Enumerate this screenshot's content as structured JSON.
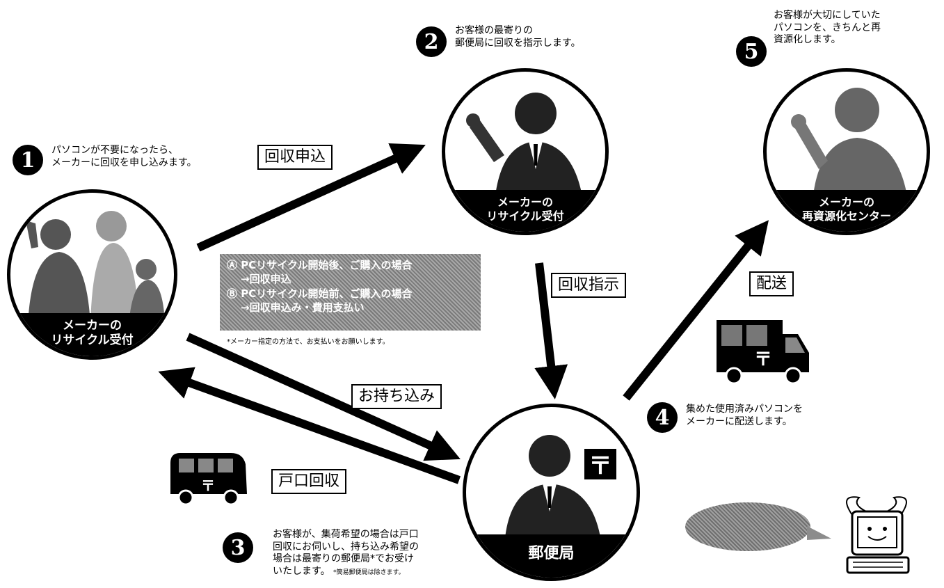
{
  "step1": {
    "number": "1",
    "text": [
      "パソコンが不要になったら、",
      "メーカーに回収を申し込みます。"
    ],
    "circle_label": [
      "メーカーの",
      "リサイクル受付"
    ]
  },
  "step2": {
    "number": "2",
    "text": [
      "お客様の最寄りの",
      "郵便局に回収を指示します。"
    ],
    "circle_label": [
      "メーカーの",
      "リサイクル受付"
    ]
  },
  "step3": {
    "number": "3",
    "text": [
      "お客様が、集荷希望の場合は戸口",
      "回収にお伺いし、持ち込み希望の",
      "場合は最寄りの郵便局*でお受け"
    ],
    "text_last": "いたします。",
    "footnote": "*簡易郵便局は除きます。",
    "circle_label": "郵便局"
  },
  "step4": {
    "number": "4",
    "text": [
      "集めた使用済みパソコンを",
      "メーカーに配送します。"
    ]
  },
  "step5": {
    "number": "5",
    "text": [
      "お客様が大切にしていた",
      "パソコンを、きちんと再",
      "資源化します。"
    ],
    "circle_label": [
      "メーカーの",
      "再資源化センター"
    ]
  },
  "labels": {
    "apply": "回収申込",
    "instruct": "回収指示",
    "deliver": "配送",
    "carry_in": "お持ち込み",
    "door_pickup": "戸口回収"
  },
  "note": {
    "lines": [
      "Ⓐ PCリサイクル開始後、ご購入の場合",
      "→回収申込",
      "Ⓑ PCリサイクル開始前、ご購入の場合",
      "→回収申込み・費用支払い"
    ],
    "footnote": "*メーカー指定の方法で、お支払いをお願いします。"
  },
  "post_mark": "〒",
  "colors": {
    "ink": "#000000",
    "screen": "#8c8c8c",
    "paper": "#ffffff"
  }
}
